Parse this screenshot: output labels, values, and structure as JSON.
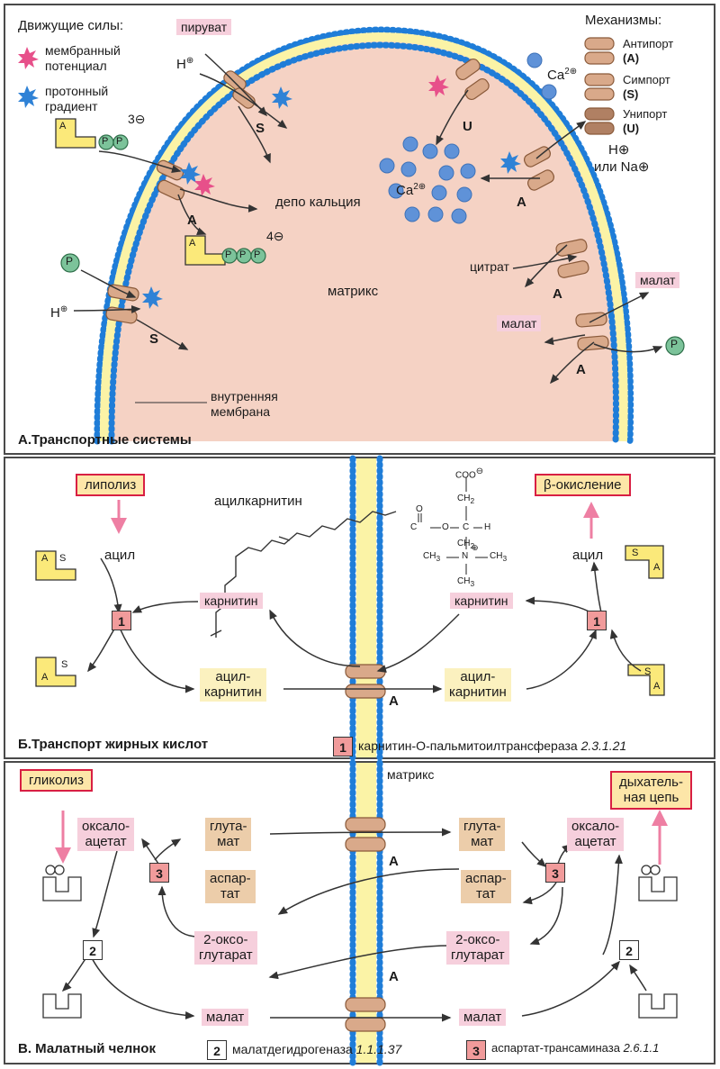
{
  "colors": {
    "membrane_dot": "#1f7dd8",
    "membrane_fill": "#fbf3a6",
    "matrix": "#f3c7b5",
    "transporter": "#d9a98a",
    "enzyme_red": "#f19b9b",
    "box_border": "#d81f43",
    "box_fill": "#fde6a8",
    "arrow_pink": "#ee7fa3"
  },
  "panelA": {
    "title": "А.Транспортные системы",
    "driving_forces_title": "Движущие силы:",
    "force_membrane": [
      "мембранный",
      "потенциал"
    ],
    "force_proton": [
      "протонный",
      "градиент"
    ],
    "mechanisms_title": "Механизмы:",
    "antiport": "Антипорт",
    "antiport_letter": "(A)",
    "symport": "Симпорт",
    "symport_letter": "(S)",
    "uniport": "Унипорт",
    "uniport_letter": "(U)",
    "pyruvate": "пируват",
    "h_plus": "H",
    "plus_sign": "⊕",
    "minus_sign": "⊖",
    "calcium_depot": "депо кальция",
    "ca": "Ca",
    "ca_charge": "2⊕",
    "h_or_na": "H⊕",
    "or_na": "или Na⊕",
    "charge3": "3⊖",
    "charge4": "4⊖",
    "citrate": "цитрат",
    "malate1": "малат",
    "malate2": "малат",
    "matrix": "матрикс",
    "inner_membrane": [
      "внутренняя",
      "мембрана"
    ],
    "letter_S": "S",
    "letter_A": "A",
    "letter_U": "U",
    "letter_P": "P"
  },
  "panelB": {
    "title": "Б.Транспорт жирных кислот",
    "lipolysis": "липолиз",
    "beta_oxidation": "β-окисление",
    "acylcarnitine": "ацилкарнитин",
    "acyl": "ацил",
    "carnitine": "карнитин",
    "acyl_carnitine": [
      "ацил-",
      "карнитин"
    ],
    "enzyme_num": "1",
    "enzyme_name": "карнитин-О-пальмитоилтрансфераза",
    "ec": "2.3.1.21",
    "chem": {
      "coo": "COO",
      "ch2": "CH",
      "c": "C",
      "h": "H",
      "o": "O",
      "n": "N",
      "ch3": "CH",
      "sub2": "2",
      "sub3": "3"
    }
  },
  "panelC": {
    "title": "В. Малатный челнок",
    "matrix": "матрикс",
    "glycolysis": "гликолиз",
    "resp_chain": [
      "дыхатель-",
      "ная цепь"
    ],
    "oxaloacetate": [
      "оксало-",
      "ацетат"
    ],
    "glutamate": [
      "глута-",
      "мат"
    ],
    "aspartate": [
      "аспар-",
      "тат"
    ],
    "oxoglutarate": [
      "2-оксо-",
      "глутарат"
    ],
    "malate": "малат",
    "enz2": "2",
    "enz3": "3",
    "enz2_name": "малатдегидрогеназа",
    "enz2_ec": "1.1.1.37",
    "enz3_name": "аспартат-трансаминаза",
    "enz3_ec": "2.6.1.1",
    "letter_A": "A"
  }
}
